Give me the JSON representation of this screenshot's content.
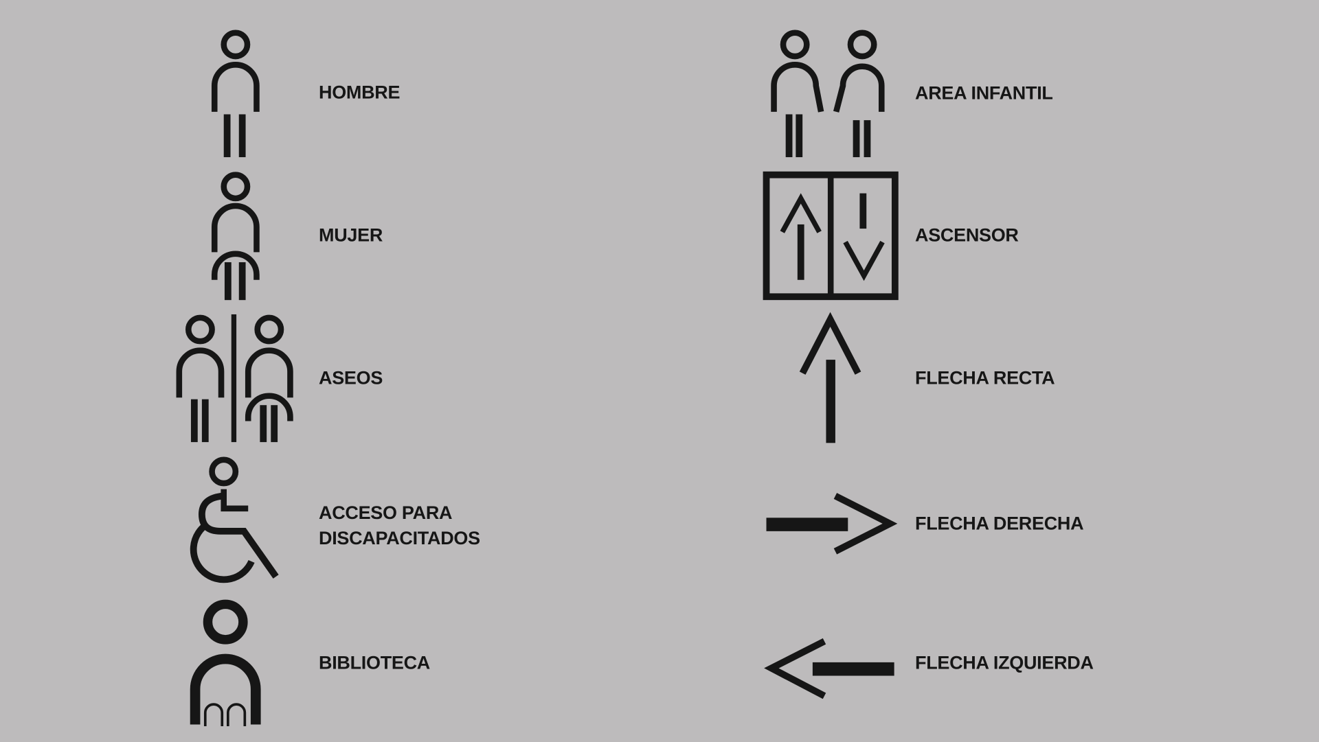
{
  "colors": {
    "background": "#bdbbbc",
    "ink": "#161616"
  },
  "left": [
    {
      "icon": "man-icon",
      "label": "HOMBRE"
    },
    {
      "icon": "woman-icon",
      "label": "MUJER"
    },
    {
      "icon": "restrooms-icon",
      "label": "ASEOS"
    },
    {
      "icon": "wheelchair-icon",
      "label_line1": "ACCESO PARA",
      "label_line2": "DISCAPACITADOS"
    },
    {
      "icon": "library-icon",
      "label": "BIBLIOTECA"
    }
  ],
  "right": [
    {
      "icon": "children-area-icon",
      "label": "AREA INFANTIL"
    },
    {
      "icon": "elevator-icon",
      "label": "ASCENSOR"
    },
    {
      "icon": "arrow-up-icon",
      "label": "FLECHA RECTA"
    },
    {
      "icon": "arrow-right-icon",
      "label": "FLECHA DERECHA"
    },
    {
      "icon": "arrow-left-icon",
      "label": "FLECHA IZQUIERDA"
    }
  ]
}
